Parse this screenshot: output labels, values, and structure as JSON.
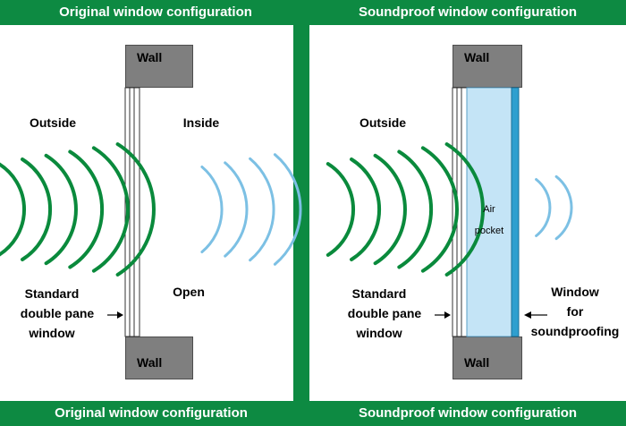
{
  "left": {
    "header": "Original window configuration",
    "footer": "Original window configuration",
    "wall_top": "Wall",
    "wall_bottom": "Wall",
    "outside": "Outside",
    "inside": "Inside",
    "window_label": [
      "Standard",
      "double pane",
      "window"
    ],
    "open_label": "Open"
  },
  "right": {
    "header": "Soundproof window configuration",
    "footer": "Soundproof window configuration",
    "wall_top": "Wall",
    "wall_bottom": "Wall",
    "outside": "Outside",
    "air_pocket": [
      "Air",
      "pocket"
    ],
    "window_label": [
      "Standard",
      "double pane",
      "window"
    ],
    "soundproof_label": [
      "Window",
      "for",
      "soundproofing"
    ]
  },
  "colors": {
    "frame_green": "#0d8a42",
    "wave_outside": "#0a8a3c",
    "wave_inside": "#7cc0e4",
    "air_pocket": "#c4e4f6",
    "soundproof_pane": "#2f9fcf",
    "wall": "#7f7f7f"
  }
}
